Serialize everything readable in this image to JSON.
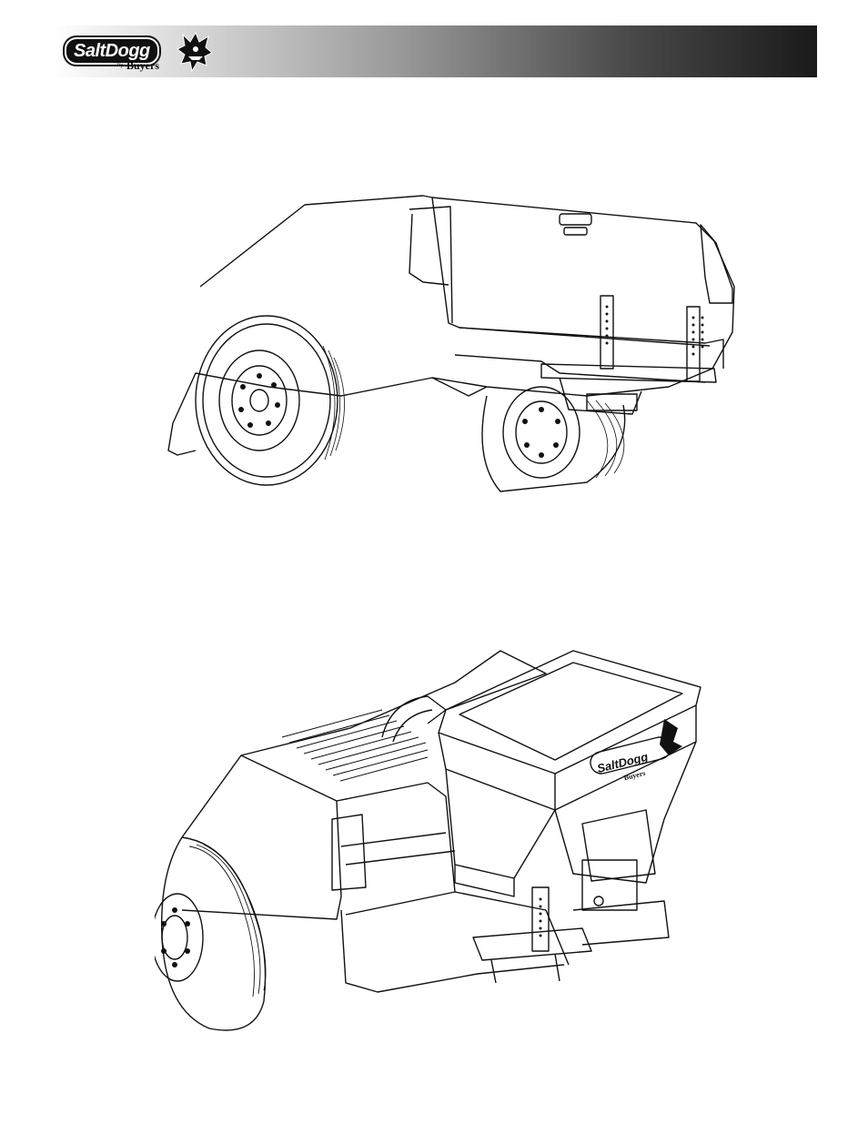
{
  "header": {
    "brand_word": "SaltDogg",
    "brand_by": "by",
    "brand_sub": "Buyers",
    "logo_icon": "dog-head-icon"
  },
  "figures": [
    {
      "name": "truck-with-mount-figure",
      "icon": "pickup-truck-hitch-mount-illustration"
    },
    {
      "name": "truck-with-spreader-figure",
      "icon": "pickup-truck-tailgate-spreader-illustration"
    }
  ],
  "spreader_logo": {
    "word": "SaltDogg",
    "sub": "Buyers"
  }
}
